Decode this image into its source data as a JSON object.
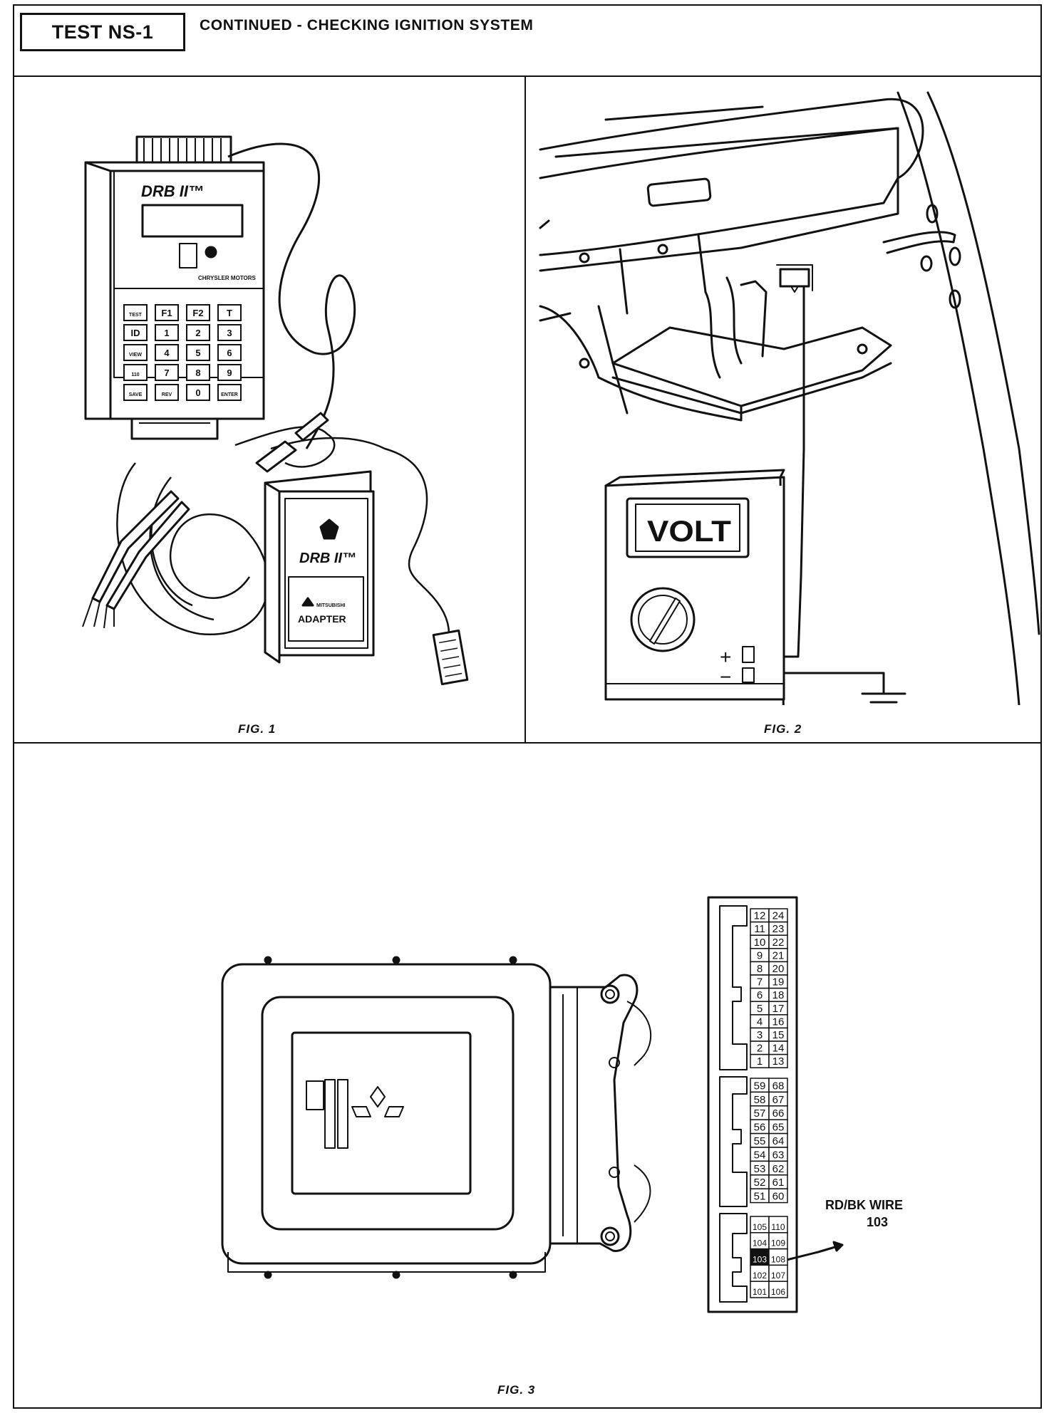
{
  "header": {
    "test_id": "TEST NS-1",
    "title": "CONTINUED - CHECKING IGNITION SYSTEM"
  },
  "figures": {
    "fig1": {
      "label": "FIG. 1",
      "tester_brand": "DRB II™",
      "tester_maker": "CHRYSLER MOTORS",
      "adapter_brand": "DRB II™",
      "adapter_maker": "MITSUBISHI",
      "adapter_label": "ADAPTER",
      "keys": [
        "TEST",
        "F1",
        "F2",
        "T",
        "ID",
        "1",
        "2",
        "3",
        "VIEW",
        "4",
        "5",
        "6",
        "110",
        "7",
        "8",
        "9",
        "SAVE",
        "REV",
        "0",
        "ENTER"
      ]
    },
    "fig2": {
      "label": "FIG. 2",
      "meter_display": "VOLT",
      "plus_sign": "+",
      "minus_sign": "−"
    },
    "fig3": {
      "label": "FIG. 3",
      "wire_label_line1": "RD/BK WIRE",
      "wire_label_line2": "103",
      "pins_group1": [
        [
          "12",
          "24"
        ],
        [
          "11",
          "23"
        ],
        [
          "10",
          "22"
        ],
        [
          "9",
          "21"
        ],
        [
          "8",
          "20"
        ],
        [
          "7",
          "19"
        ],
        [
          "6",
          "18"
        ],
        [
          "5",
          "17"
        ],
        [
          "4",
          "16"
        ],
        [
          "3",
          "15"
        ],
        [
          "2",
          "14"
        ],
        [
          "1",
          "13"
        ]
      ],
      "pins_group2": [
        [
          "59",
          "68"
        ],
        [
          "58",
          "67"
        ],
        [
          "57",
          "66"
        ],
        [
          "56",
          "65"
        ],
        [
          "55",
          "64"
        ],
        [
          "54",
          "63"
        ],
        [
          "53",
          "62"
        ],
        [
          "52",
          "61"
        ],
        [
          "51",
          "60"
        ]
      ],
      "pins_group3": [
        [
          "105",
          "110"
        ],
        [
          "104",
          "109"
        ],
        [
          "103",
          "108"
        ],
        [
          "102",
          "107"
        ],
        [
          "101",
          "106"
        ]
      ]
    }
  },
  "colors": {
    "ink": "#111111",
    "paper": "#ffffff"
  }
}
